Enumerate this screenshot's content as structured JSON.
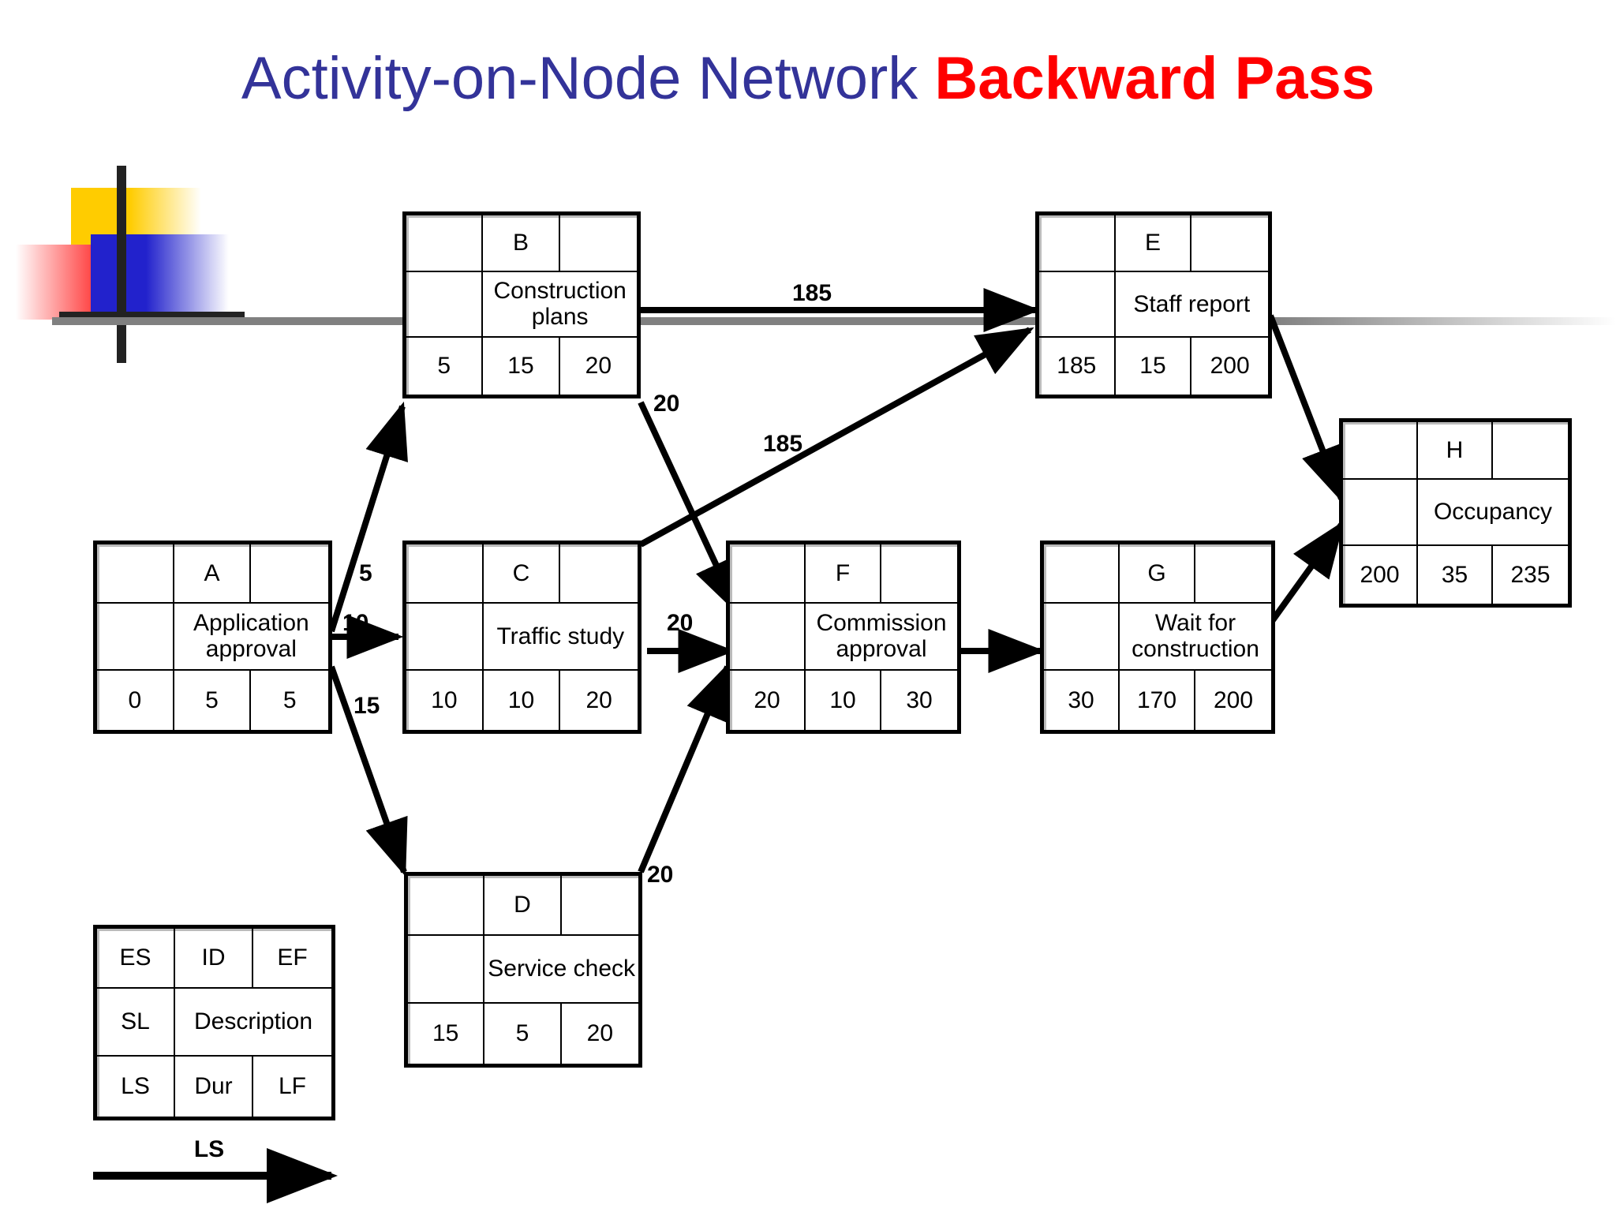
{
  "title": {
    "main": "Activity-on-Node Network ",
    "accent": "Backward Pass"
  },
  "colors": {
    "title_main": "#333399",
    "title_accent": "#FF0000",
    "node_border": "#000000",
    "edge": "#000000",
    "rule": "#808080"
  },
  "nodes": {
    "A": {
      "id": "A",
      "description": "Application approval",
      "es": "0",
      "dur": "5",
      "ef": "5"
    },
    "B": {
      "id": "B",
      "description": "Construction plans",
      "es": "5",
      "dur": "15",
      "ef": "20"
    },
    "C": {
      "id": "C",
      "description": "Traffic study",
      "es": "10",
      "dur": "10",
      "ef": "20"
    },
    "D": {
      "id": "D",
      "description": "Service check",
      "es": "15",
      "dur": "5",
      "ef": "20"
    },
    "E": {
      "id": "E",
      "description": "Staff report",
      "es": "185",
      "dur": "15",
      "ef": "200"
    },
    "F": {
      "id": "F",
      "description": "Commission approval",
      "es": "20",
      "dur": "10",
      "ef": "30"
    },
    "G": {
      "id": "G",
      "description": "Wait for construction",
      "es": "30",
      "dur": "170",
      "ef": "200"
    },
    "H": {
      "id": "H",
      "description": "Occupancy",
      "es": "200",
      "dur": "35",
      "ef": "235"
    }
  },
  "legend": {
    "es": "ES",
    "id": "ID",
    "ef": "EF",
    "sl": "SL",
    "description": "Description",
    "ls": "LS",
    "dur": "Dur",
    "lf": "LF",
    "caption": "LS"
  },
  "edges": [
    {
      "name": "a-to-b",
      "from": "A",
      "to": "B",
      "label": "5"
    },
    {
      "name": "a-to-c",
      "from": "A",
      "to": "C",
      "label": "10"
    },
    {
      "name": "a-to-d",
      "from": "A",
      "to": "D",
      "label": "15"
    },
    {
      "name": "b-to-e",
      "from": "B",
      "to": "E",
      "label": "185"
    },
    {
      "name": "b-to-f",
      "from": "B",
      "to": "F",
      "label": "20"
    },
    {
      "name": "c-to-e",
      "from": "C",
      "to": "E",
      "label": "185"
    },
    {
      "name": "c-to-f",
      "from": "C",
      "to": "F",
      "label": "20"
    },
    {
      "name": "d-to-f",
      "from": "D",
      "to": "F",
      "label": "20"
    },
    {
      "name": "f-to-g",
      "from": "F",
      "to": "G",
      "label": ""
    },
    {
      "name": "e-to-h",
      "from": "E",
      "to": "H",
      "label": ""
    },
    {
      "name": "g-to-h",
      "from": "G",
      "to": "H",
      "label": ""
    }
  ]
}
